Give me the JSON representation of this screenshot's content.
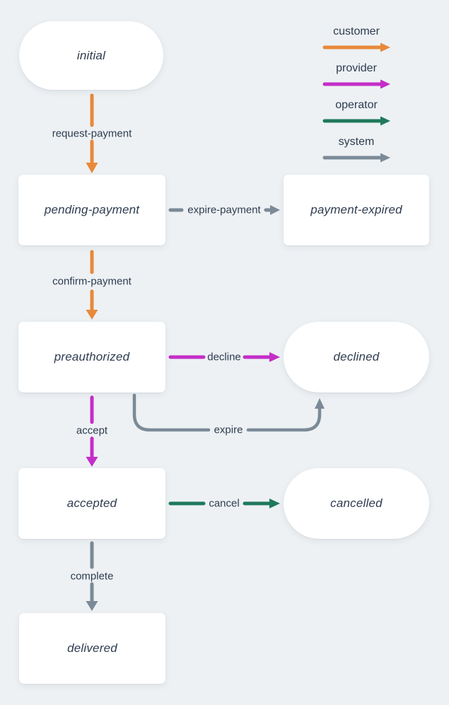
{
  "canvas": {
    "background": "#edf1f4",
    "node_fill": "#ffffff",
    "text_color": "#2e3c4f"
  },
  "colors": {
    "customer": "#e8893a",
    "provider": "#c42ec8",
    "operator": "#1f795b",
    "system": "#7b8a97"
  },
  "legend": {
    "items": [
      {
        "label": "customer",
        "actor": "customer"
      },
      {
        "label": "provider",
        "actor": "provider"
      },
      {
        "label": "operator",
        "actor": "operator"
      },
      {
        "label": "system",
        "actor": "system"
      }
    ]
  },
  "nodes": [
    {
      "id": "initial",
      "label": "initial",
      "shape": "pill"
    },
    {
      "id": "pending-payment",
      "label": "pending-payment",
      "shape": "rect"
    },
    {
      "id": "payment-expired",
      "label": "payment-expired",
      "shape": "rect"
    },
    {
      "id": "preauthorized",
      "label": "preauthorized",
      "shape": "rect"
    },
    {
      "id": "declined",
      "label": "declined",
      "shape": "pill"
    },
    {
      "id": "accepted",
      "label": "accepted",
      "shape": "rect"
    },
    {
      "id": "cancelled",
      "label": "cancelled",
      "shape": "pill"
    },
    {
      "id": "delivered",
      "label": "delivered",
      "shape": "rect"
    }
  ],
  "transitions": [
    {
      "label": "request-payment",
      "actor": "customer",
      "from": "initial",
      "to": "pending-payment"
    },
    {
      "label": "expire-payment",
      "actor": "system",
      "from": "pending-payment",
      "to": "payment-expired"
    },
    {
      "label": "confirm-payment",
      "actor": "customer",
      "from": "pending-payment",
      "to": "preauthorized"
    },
    {
      "label": "decline",
      "actor": "provider",
      "from": "preauthorized",
      "to": "declined"
    },
    {
      "label": "expire",
      "actor": "system",
      "from": "preauthorized",
      "to": "declined"
    },
    {
      "label": "accept",
      "actor": "provider",
      "from": "preauthorized",
      "to": "accepted"
    },
    {
      "label": "cancel",
      "actor": "operator",
      "from": "accepted",
      "to": "cancelled"
    },
    {
      "label": "complete",
      "actor": "system",
      "from": "accepted",
      "to": "delivered"
    }
  ]
}
